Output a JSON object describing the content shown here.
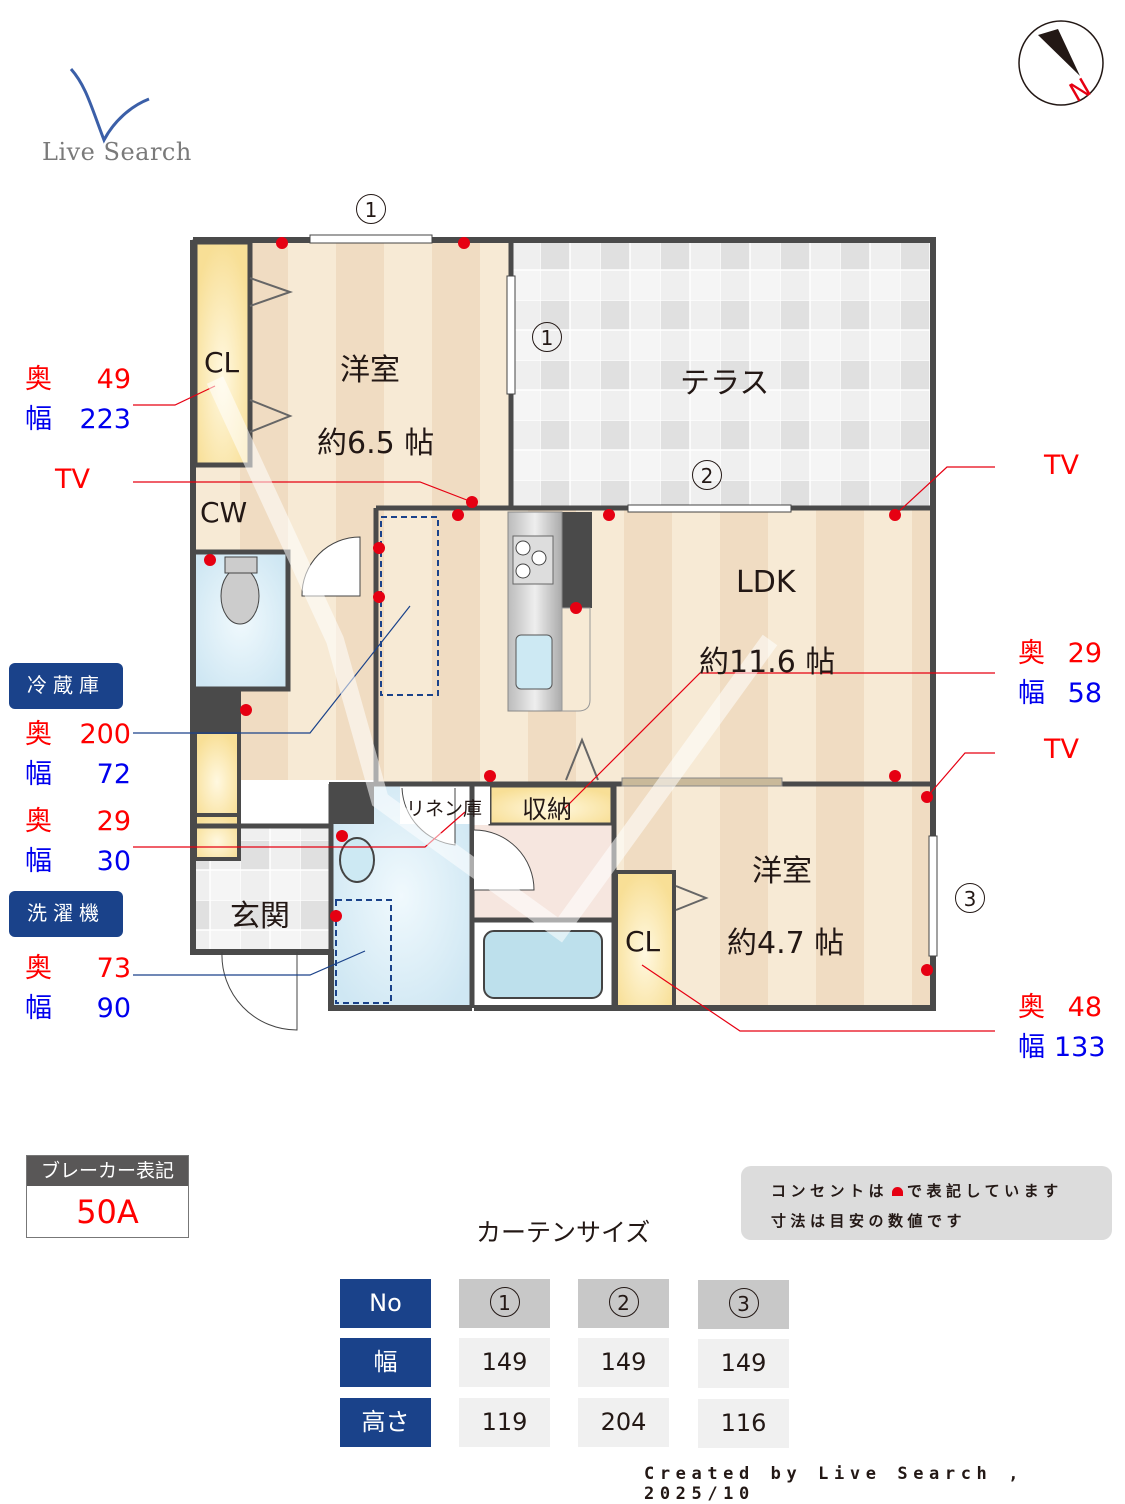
{
  "logo": {
    "text": "Live Search",
    "color": "#3b5fa8"
  },
  "compass": {
    "label": "N",
    "needle_color": "#231815",
    "label_color": "#e60012"
  },
  "floorplan": {
    "rooms": [
      {
        "id": "western-room-1",
        "name": "洋室",
        "size": "約6.5 帖"
      },
      {
        "id": "terrace",
        "name": "テラス"
      },
      {
        "id": "ldk",
        "name": "LDK",
        "size": "約11.6 帖"
      },
      {
        "id": "western-room-2",
        "name": "洋室",
        "size": "約4.7 帖"
      },
      {
        "id": "entrance",
        "name": "玄関"
      },
      {
        "id": "storage",
        "name": "収納"
      },
      {
        "id": "linen",
        "name": "リネン庫"
      },
      {
        "id": "closet-1",
        "name": "CL"
      },
      {
        "id": "closet-2",
        "name": "CL"
      },
      {
        "id": "walk-closet",
        "name": "CW"
      }
    ],
    "window_markers": [
      "1",
      "1",
      "2",
      "3"
    ]
  },
  "annotations": {
    "cl1": {
      "depth_label": "奥",
      "depth": "49",
      "width_label": "幅",
      "width": "223"
    },
    "tv_left": "TV",
    "tv_right_top": "TV",
    "storage": {
      "depth_label": "奥",
      "depth": "29",
      "width_label": "幅",
      "width": "58"
    },
    "tv_right_mid": "TV",
    "fridge": {
      "tag": "冷蔵庫",
      "depth_label": "奥",
      "depth": "200",
      "width_label": "幅",
      "width": "72"
    },
    "linen": {
      "depth_label": "奥",
      "depth": "29",
      "width_label": "幅",
      "width": "30"
    },
    "washer": {
      "tag": "洗濯機",
      "depth_label": "奥",
      "depth": "73",
      "width_label": "幅",
      "width": "90"
    },
    "cl2": {
      "depth_label": "奥",
      "depth": "48",
      "width_label": "幅",
      "width": "133"
    }
  },
  "breaker": {
    "label": "ブレーカー表記",
    "value": "50A"
  },
  "note": {
    "line1_pre": "コンセントは",
    "line1_post": "で表記しています",
    "line2": "寸法は目安の数値です"
  },
  "curtain": {
    "title": "カーテンサイズ",
    "row_headers": [
      "No",
      "幅",
      "高さ"
    ],
    "columns": [
      {
        "no": "1",
        "width": "149",
        "height": "119"
      },
      {
        "no": "2",
        "width": "149",
        "height": "204"
      },
      {
        "no": "3",
        "width": "149",
        "height": "116"
      }
    ]
  },
  "footer": "Created by Live Search , 2025/10",
  "colors": {
    "wall": "#4a4a4a",
    "floor_light": "#f7ead5",
    "floor_dark": "#f0dcc2",
    "closet": "#f8df96",
    "wet_area": "#d4ebf5",
    "outlet": "#e60012",
    "accent_blue": "#1a428a"
  }
}
